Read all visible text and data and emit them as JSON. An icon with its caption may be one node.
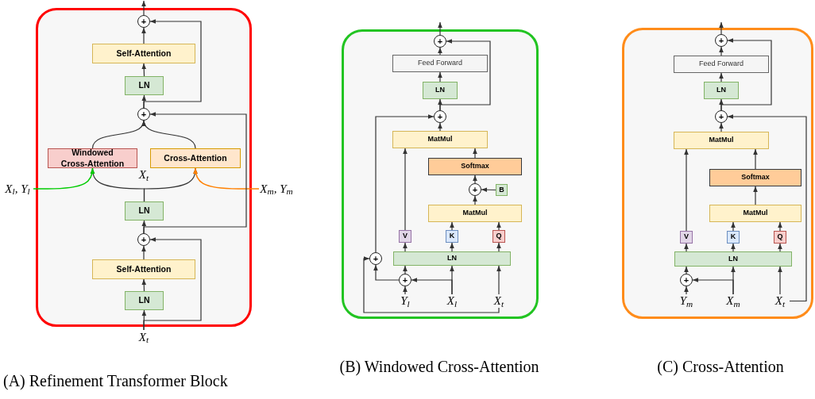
{
  "diagram": {
    "nodes": [
      {
        "text": [],
        "shape": "box"
      },
      {
        "text": [
          "+"
        ],
        "in": 0
      },
      {
        "text": [
          "Self-Attention"
        ],
        "in": 0
      },
      {
        "text": [
          "LN"
        ],
        "in": 0
      },
      {
        "text": [
          "+"
        ],
        "in": 0
      },
      {
        "text": [
          "Windowed Cross-Attention"
        ],
        "in": 0
      },
      {
        "text": [
          "Cross-Attention"
        ],
        "in": 0
      },
      {
        "text": [
          "X$_{l}$, Y$_{l}$"
        ]
      },
      {
        "text": [
          "X$_{m}$, Y$_{m}$"
        ]
      },
      {
        "text": [
          "LN"
        ],
        "in": 0
      },
      {
        "text": [
          "+"
        ],
        "in": 0
      },
      {
        "text": [
          "Self-Attention"
        ],
        "in": 0
      },
      {
        "text": [
          "LN"
        ],
        "in": 0
      },
      {
        "text": [
          "X$_{t}$"
        ]
      },
      {
        "text": [],
        "shape": "box"
      },
      {
        "text": [
          "+"
        ],
        "in": 14
      },
      {
        "text": [
          "Feed Forward"
        ],
        "in": 14
      },
      {
        "text": [
          "LN"
        ],
        "in": 14
      },
      {
        "text": [
          "+"
        ],
        "in": 14
      },
      {
        "text": [
          "MatMul"
        ],
        "in": 14
      },
      {
        "text": [
          "Softmax"
        ],
        "in": 14
      },
      {
        "text": [
          "+"
        ],
        "in": 14
      },
      {
        "text": [
          "B"
        ],
        "in": 14
      },
      {
        "text": [
          "MatMul"
        ],
        "in": 14
      },
      {
        "text": [
          "V"
        ],
        "in": 14
      },
      {
        "text": [
          "K"
        ],
        "in": 14
      },
      {
        "text": [
          "Q"
        ],
        "in": 14
      },
      {
        "text": [
          "+"
        ],
        "in": 14
      },
      {
        "text": [
          "LN"
        ],
        "in": 14
      },
      {
        "text": [
          "+"
        ],
        "in": 14
      },
      {
        "text": [
          "Y$_{l}$"
        ],
        "in": 14
      },
      {
        "text": [
          "X$_{l}$"
        ],
        "in": 14
      },
      {
        "text": [
          "X$_{t}$"
        ],
        "in": 14
      },
      {
        "text": [],
        "shape": "box"
      },
      {
        "text": [
          "+"
        ],
        "in": 33
      },
      {
        "text": [
          "Feed Forward"
        ],
        "in": 33
      },
      {
        "text": [
          "LN"
        ],
        "in": 33
      },
      {
        "text": [
          "+"
        ],
        "in": 33
      },
      {
        "text": [
          "MatMul"
        ],
        "in": 33
      },
      {
        "text": [
          "Softmax"
        ],
        "in": 33
      },
      {
        "text": [
          "MatMul"
        ],
        "in": 33
      },
      {
        "text": [
          "V"
        ],
        "in": 33
      },
      {
        "text": [
          "K"
        ],
        "in": 33
      },
      {
        "text": [
          "Q"
        ],
        "in": 33
      },
      {
        "text": [
          "LN"
        ],
        "in": 33
      },
      {
        "text": [
          "+"
        ],
        "in": 33
      },
      {
        "text": [
          "Y$_{m}$"
        ],
        "in": 33
      },
      {
        "text": [
          "X$_{m}$"
        ],
        "in": 33
      },
      {
        "text": [
          "X$_{t}$"
        ],
        "in": 33
      }
    ],
    "edges": [
      {
        "from": 1,
        "to": null,
        "arrow": "to"
      },
      {
        "from": 2,
        "to": 1,
        "arrow": "to"
      },
      {
        "from": 3,
        "to": 2,
        "arrow": "to"
      },
      {
        "from": 4,
        "to": 3,
        "arrow": "to"
      },
      {
        "from": 4,
        "to": 1,
        "arrow": "to"
      },
      {
        "from": 5,
        "to": 4,
        "arrow": "to"
      },
      {
        "from": 6,
        "to": 4,
        "arrow": "to"
      },
      {
        "from": 9,
        "to": 5,
        "arrow": "to",
        "label": "X$_{t}$"
      },
      {
        "from": 9,
        "to": 6,
        "arrow": "to"
      },
      {
        "from": 7,
        "to": 5,
        "arrow": "to",
        "color": "#00cc00"
      },
      {
        "from": 8,
        "to": 6,
        "arrow": "to",
        "color": "#ff8000"
      },
      {
        "from": 10,
        "to": 9,
        "arrow": "to"
      },
      {
        "from": 10,
        "to": 4,
        "arrow": "to"
      },
      {
        "from": 11,
        "to": 10,
        "arrow": "to"
      },
      {
        "from": 12,
        "to": 11,
        "arrow": "to"
      },
      {
        "from": 13,
        "to": 12,
        "arrow": "to"
      },
      {
        "from": 13,
        "to": 10,
        "arrow": "to"
      },
      {
        "from": 15,
        "to": null,
        "arrow": "to"
      },
      {
        "from": 16,
        "to": 15,
        "arrow": "to"
      },
      {
        "from": 17,
        "to": 16,
        "arrow": "to"
      },
      {
        "from": 18,
        "to": 17,
        "arrow": "to"
      },
      {
        "from": 18,
        "to": 15,
        "arrow": "to"
      },
      {
        "from": 19,
        "to": 18,
        "arrow": "to"
      },
      {
        "from": 20,
        "to": 19,
        "arrow": "to"
      },
      {
        "from": 21,
        "to": 20,
        "arrow": "to"
      },
      {
        "from": 22,
        "to": 21,
        "arrow": "to"
      },
      {
        "from": 23,
        "to": 21,
        "arrow": "to"
      },
      {
        "from": 24,
        "to": 19,
        "arrow": "to"
      },
      {
        "from": 25,
        "to": 23,
        "arrow": "to"
      },
      {
        "from": 26,
        "to": 23,
        "arrow": "to"
      },
      {
        "from": 28,
        "to": 24,
        "arrow": "to"
      },
      {
        "from": 28,
        "to": 25,
        "arrow": "to"
      },
      {
        "from": 28,
        "to": 26,
        "arrow": "to"
      },
      {
        "from": 27,
        "to": 18,
        "arrow": "to"
      },
      {
        "from": 29,
        "to": 28,
        "arrow": "to"
      },
      {
        "from": 29,
        "to": 27,
        "arrow": "to"
      },
      {
        "from": 30,
        "to": 29,
        "arrow": "to"
      },
      {
        "from": 31,
        "to": 29,
        "arrow": "to"
      },
      {
        "from": 31,
        "to": 28,
        "arrow": "to"
      },
      {
        "from": 32,
        "to": 28,
        "arrow": "to"
      },
      {
        "from": 32,
        "to": 27,
        "arrow": "to"
      },
      {
        "from": 34,
        "to": null,
        "arrow": "to"
      },
      {
        "from": 35,
        "to": 34,
        "arrow": "to"
      },
      {
        "from": 36,
        "to": 35,
        "arrow": "to"
      },
      {
        "from": 37,
        "to": 36,
        "arrow": "to"
      },
      {
        "from": 37,
        "to": 34,
        "arrow": "to"
      },
      {
        "from": 38,
        "to": 37,
        "arrow": "to"
      },
      {
        "from": 39,
        "to": 38,
        "arrow": "to"
      },
      {
        "from": 40,
        "to": 39,
        "arrow": "to"
      },
      {
        "from": 41,
        "to": 38,
        "arrow": "to"
      },
      {
        "from": 42,
        "to": 40,
        "arrow": "to"
      },
      {
        "from": 43,
        "to": 40,
        "arrow": "to"
      },
      {
        "from": 44,
        "to": 41,
        "arrow": "to"
      },
      {
        "from": 44,
        "to": 42,
        "arrow": "to"
      },
      {
        "from": 44,
        "to": 43,
        "arrow": "to"
      },
      {
        "from": 45,
        "to": 44,
        "arrow": "to"
      },
      {
        "from": 46,
        "to": 45,
        "arrow": "to"
      },
      {
        "from": 47,
        "to": 45,
        "arrow": "to"
      },
      {
        "from": 47,
        "to": 44,
        "arrow": "to"
      },
      {
        "from": 48,
        "to": 44,
        "arrow": "to"
      },
      {
        "from": 48,
        "to": 37,
        "arrow": "to"
      }
    ],
    "labels": [
      "(A) Refinement Transformer Block",
      "(B) Windowed Cross-Attention",
      "(C) Cross-Attention"
    ]
  }
}
